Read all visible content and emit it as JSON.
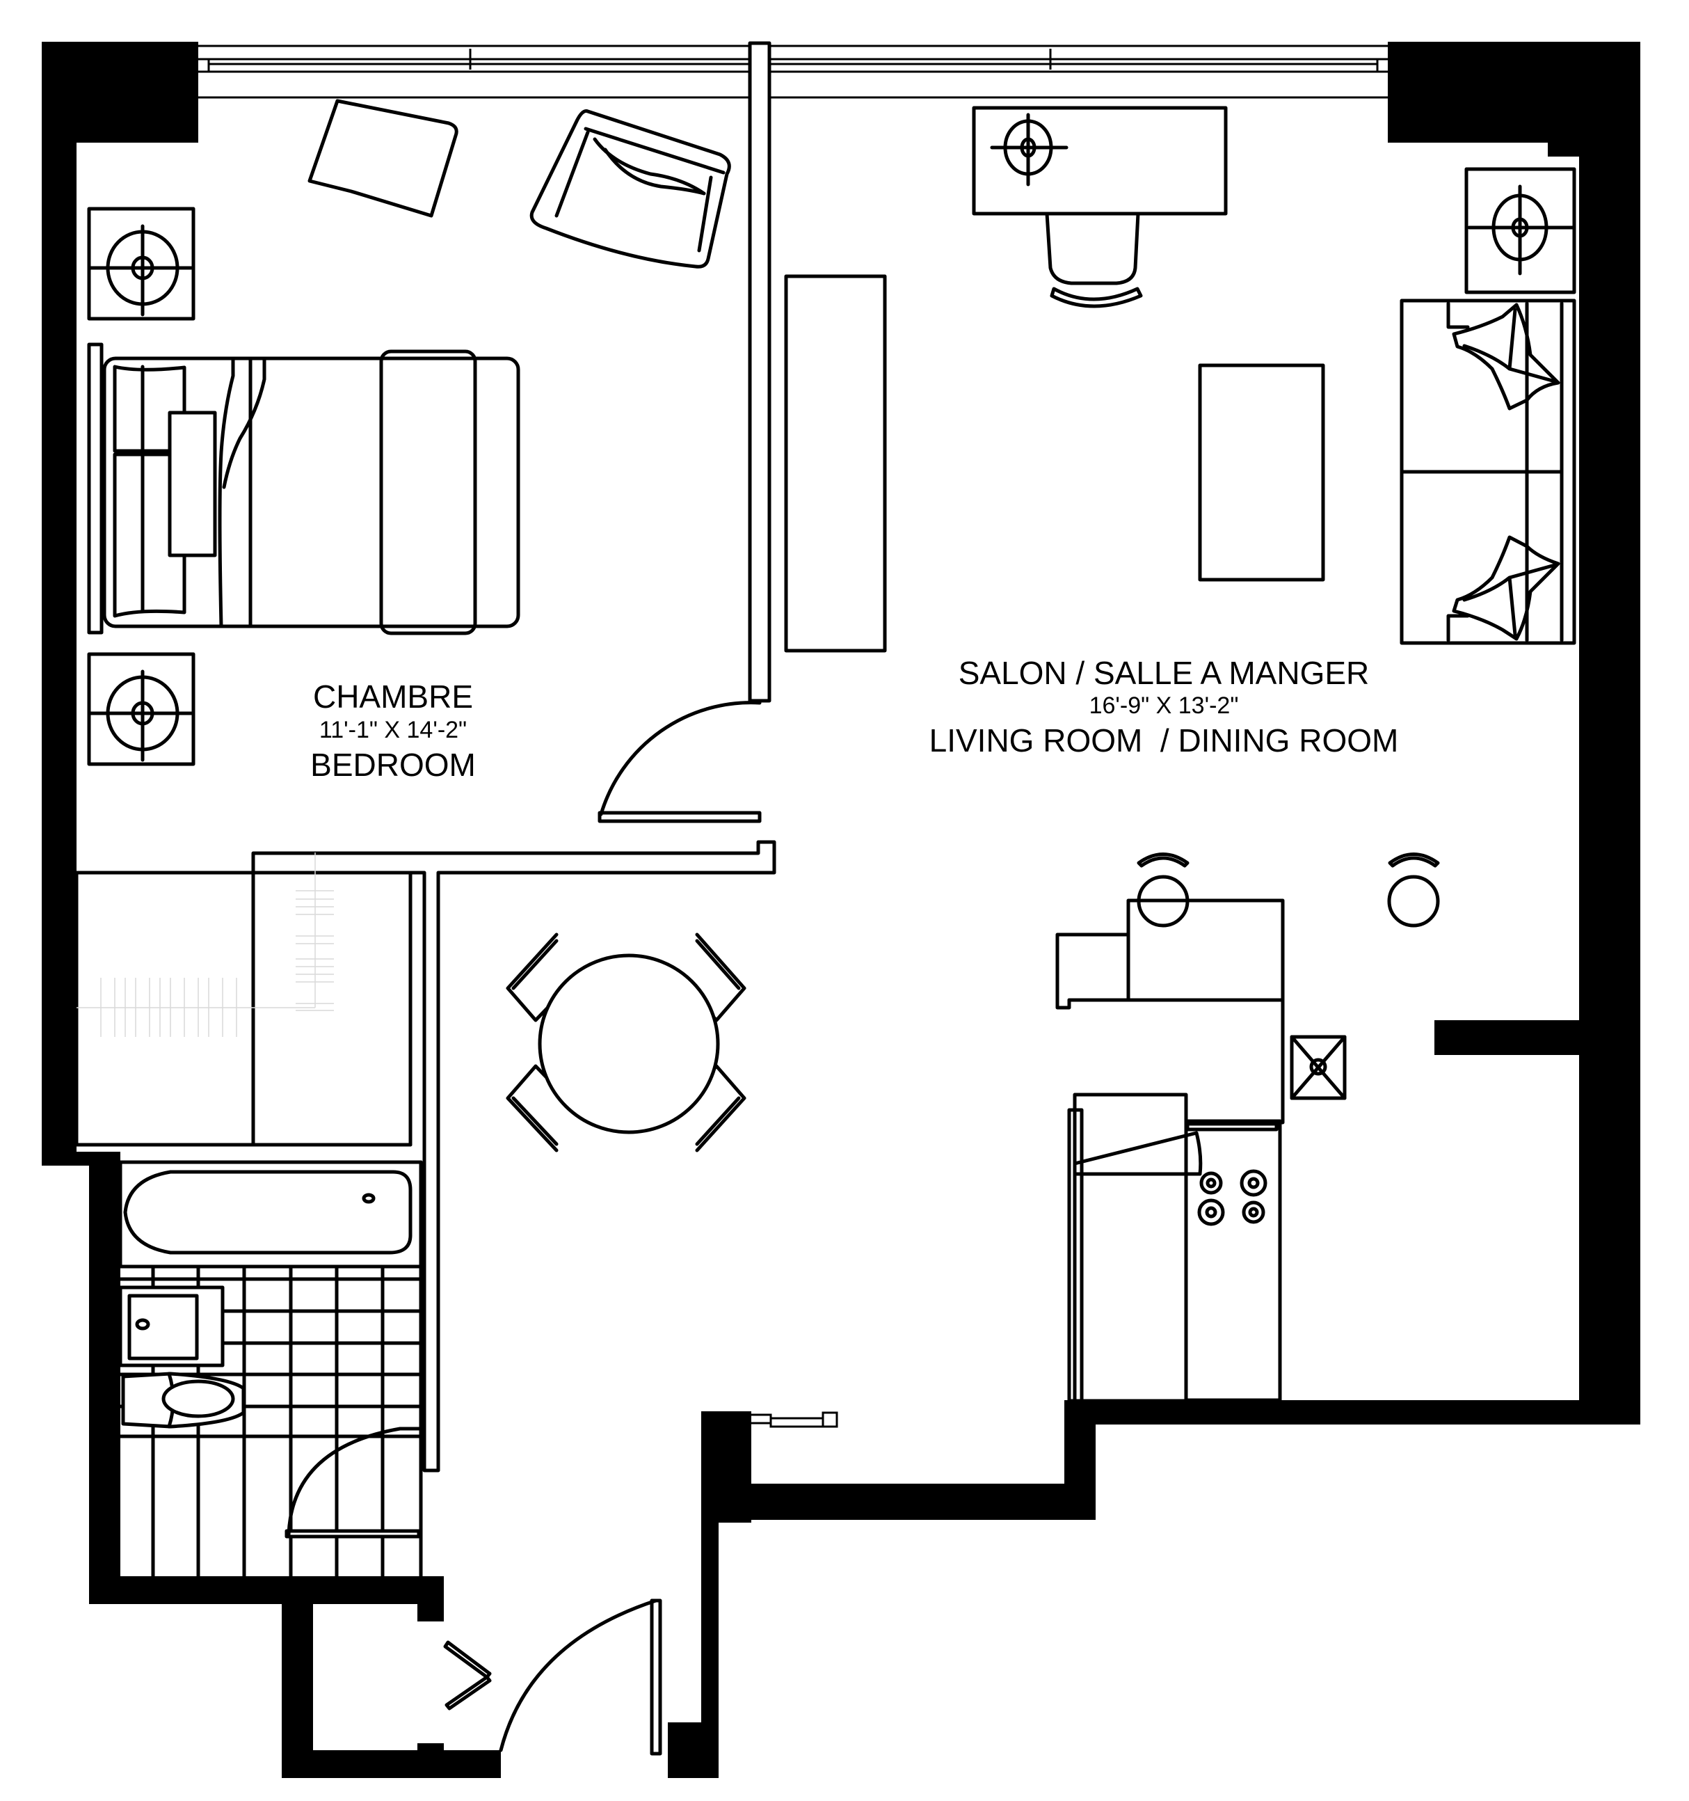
{
  "plan": {
    "rooms": [
      {
        "id": "bedroom",
        "name_fr": "CHAMBRE",
        "dimensions": "11'-1\" X 14'-2\"",
        "name_en": "BEDROOM"
      },
      {
        "id": "living-dining",
        "name_fr": "SALON / SALLE A MANGER",
        "dimensions": "16'-9\" X 13'-2\"",
        "name_en": "LIVING ROOM  / DINING ROOM"
      }
    ],
    "colors": {
      "wall": "#000000",
      "line": "#000000",
      "background": "#ffffff"
    },
    "fixtures": [
      "window-band",
      "nightstand-lamp",
      "double-bed",
      "armchair",
      "desk-with-lamp",
      "desk-chair",
      "media-console",
      "coffee-table",
      "sofa-with-cushions",
      "side-table-lamp",
      "round-dining-table",
      "dining-chair",
      "bar-stool",
      "kitchen-island",
      "kitchen-counter",
      "stove-cooktop",
      "refrigerator",
      "kitchen-sink",
      "bathtub",
      "bathroom-vanity",
      "toilet",
      "closet",
      "entry-door",
      "bedroom-door",
      "bathroom-door"
    ]
  }
}
